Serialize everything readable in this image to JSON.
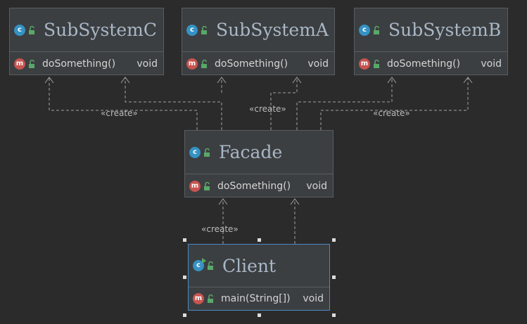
{
  "classes": {
    "subsystem_c": {
      "name": "SubSystemC",
      "method_name": "doSomething()",
      "method_type": "void"
    },
    "subsystem_a": {
      "name": "SubSystemA",
      "method_name": "doSomething()",
      "method_type": "void"
    },
    "subsystem_b": {
      "name": "SubSystemB",
      "method_name": "doSomething()",
      "method_type": "void"
    },
    "facade": {
      "name": "Facade",
      "method_name": "doSomething()",
      "method_type": "void"
    },
    "client": {
      "name": "Client",
      "method_name": "main(String[])",
      "method_type": "void"
    }
  },
  "icons": {
    "class_letter": "c",
    "method_letter": "m",
    "class_icon": "class-icon",
    "method_icon": "method-icon",
    "visibility_icon": "public-visibility-icon"
  },
  "edges": {
    "facade_to_c": "«create»",
    "facade_to_a": "«create»",
    "facade_to_b": "«create»",
    "client_to_facade": "«create»"
  },
  "colors": {
    "background": "#2b2b2b",
    "box_fill": "#3c3f41",
    "border": "#5a5d5f",
    "class_icon": "#3592c4",
    "method_icon": "#c75450",
    "visibility": "#59a869",
    "selection": "#4a88c7",
    "edge": "#a0a0a0"
  }
}
